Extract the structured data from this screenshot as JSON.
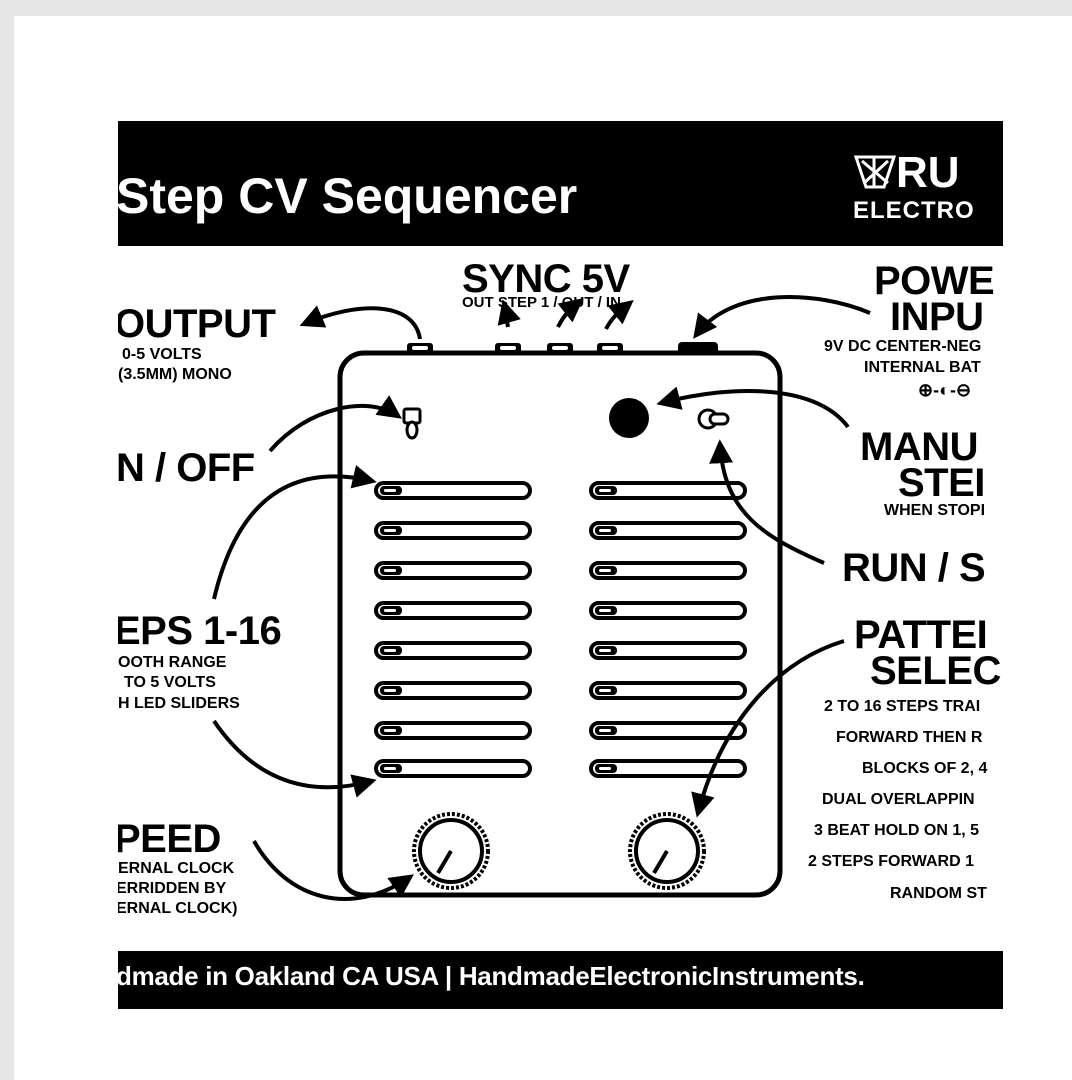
{
  "header": {
    "title": "Step CV Sequencer",
    "logo_word": "RU",
    "logo_sub": "ELECTRO"
  },
  "labels": {
    "sync": {
      "title": "SYNC 5V",
      "sub": "OUT STEP 1 / OUT / IN"
    },
    "output": {
      "title": "OUTPUT",
      "line1": "0-5 VOLTS",
      "line2": "(3.5MM) MONO"
    },
    "power": {
      "line1": "POWE",
      "line2": "INPU",
      "sub1": "9V DC CENTER-NEG",
      "sub2": "INTERNAL BAT",
      "polarity": "⊕-◐-⊖"
    },
    "onoff": {
      "title": "N / OFF"
    },
    "manual": {
      "line1": "MANU",
      "line2": "STEI",
      "sub": "WHEN STOPI"
    },
    "runstop": {
      "title": "RUN / S"
    },
    "steps": {
      "title": "EPS 1-16",
      "line1": "OOTH RANGE",
      "line2": "TO 5 VOLTS",
      "line3": "H LED SLIDERS"
    },
    "pattern": {
      "line1": "PATTEI",
      "line2": "SELEC",
      "options": [
        "2 TO 16 STEPS TRAI",
        "FORWARD THEN R",
        "BLOCKS OF 2, 4",
        "DUAL OVERLAPPIN",
        "3 BEAT HOLD ON 1, 5",
        "2 STEPS FORWARD 1",
        "RANDOM ST"
      ]
    },
    "speed": {
      "title": "PEED",
      "line1": "ERNAL CLOCK",
      "line2": "ERRIDDEN BY",
      "line3": "ERNAL CLOCK)"
    }
  },
  "footer": {
    "text": "dmade in Oakland CA USA | HandmadeElectronicInstruments."
  },
  "colors": {
    "ink": "#000000",
    "paper": "#ffffff",
    "backdrop": "#e6e6e6"
  }
}
